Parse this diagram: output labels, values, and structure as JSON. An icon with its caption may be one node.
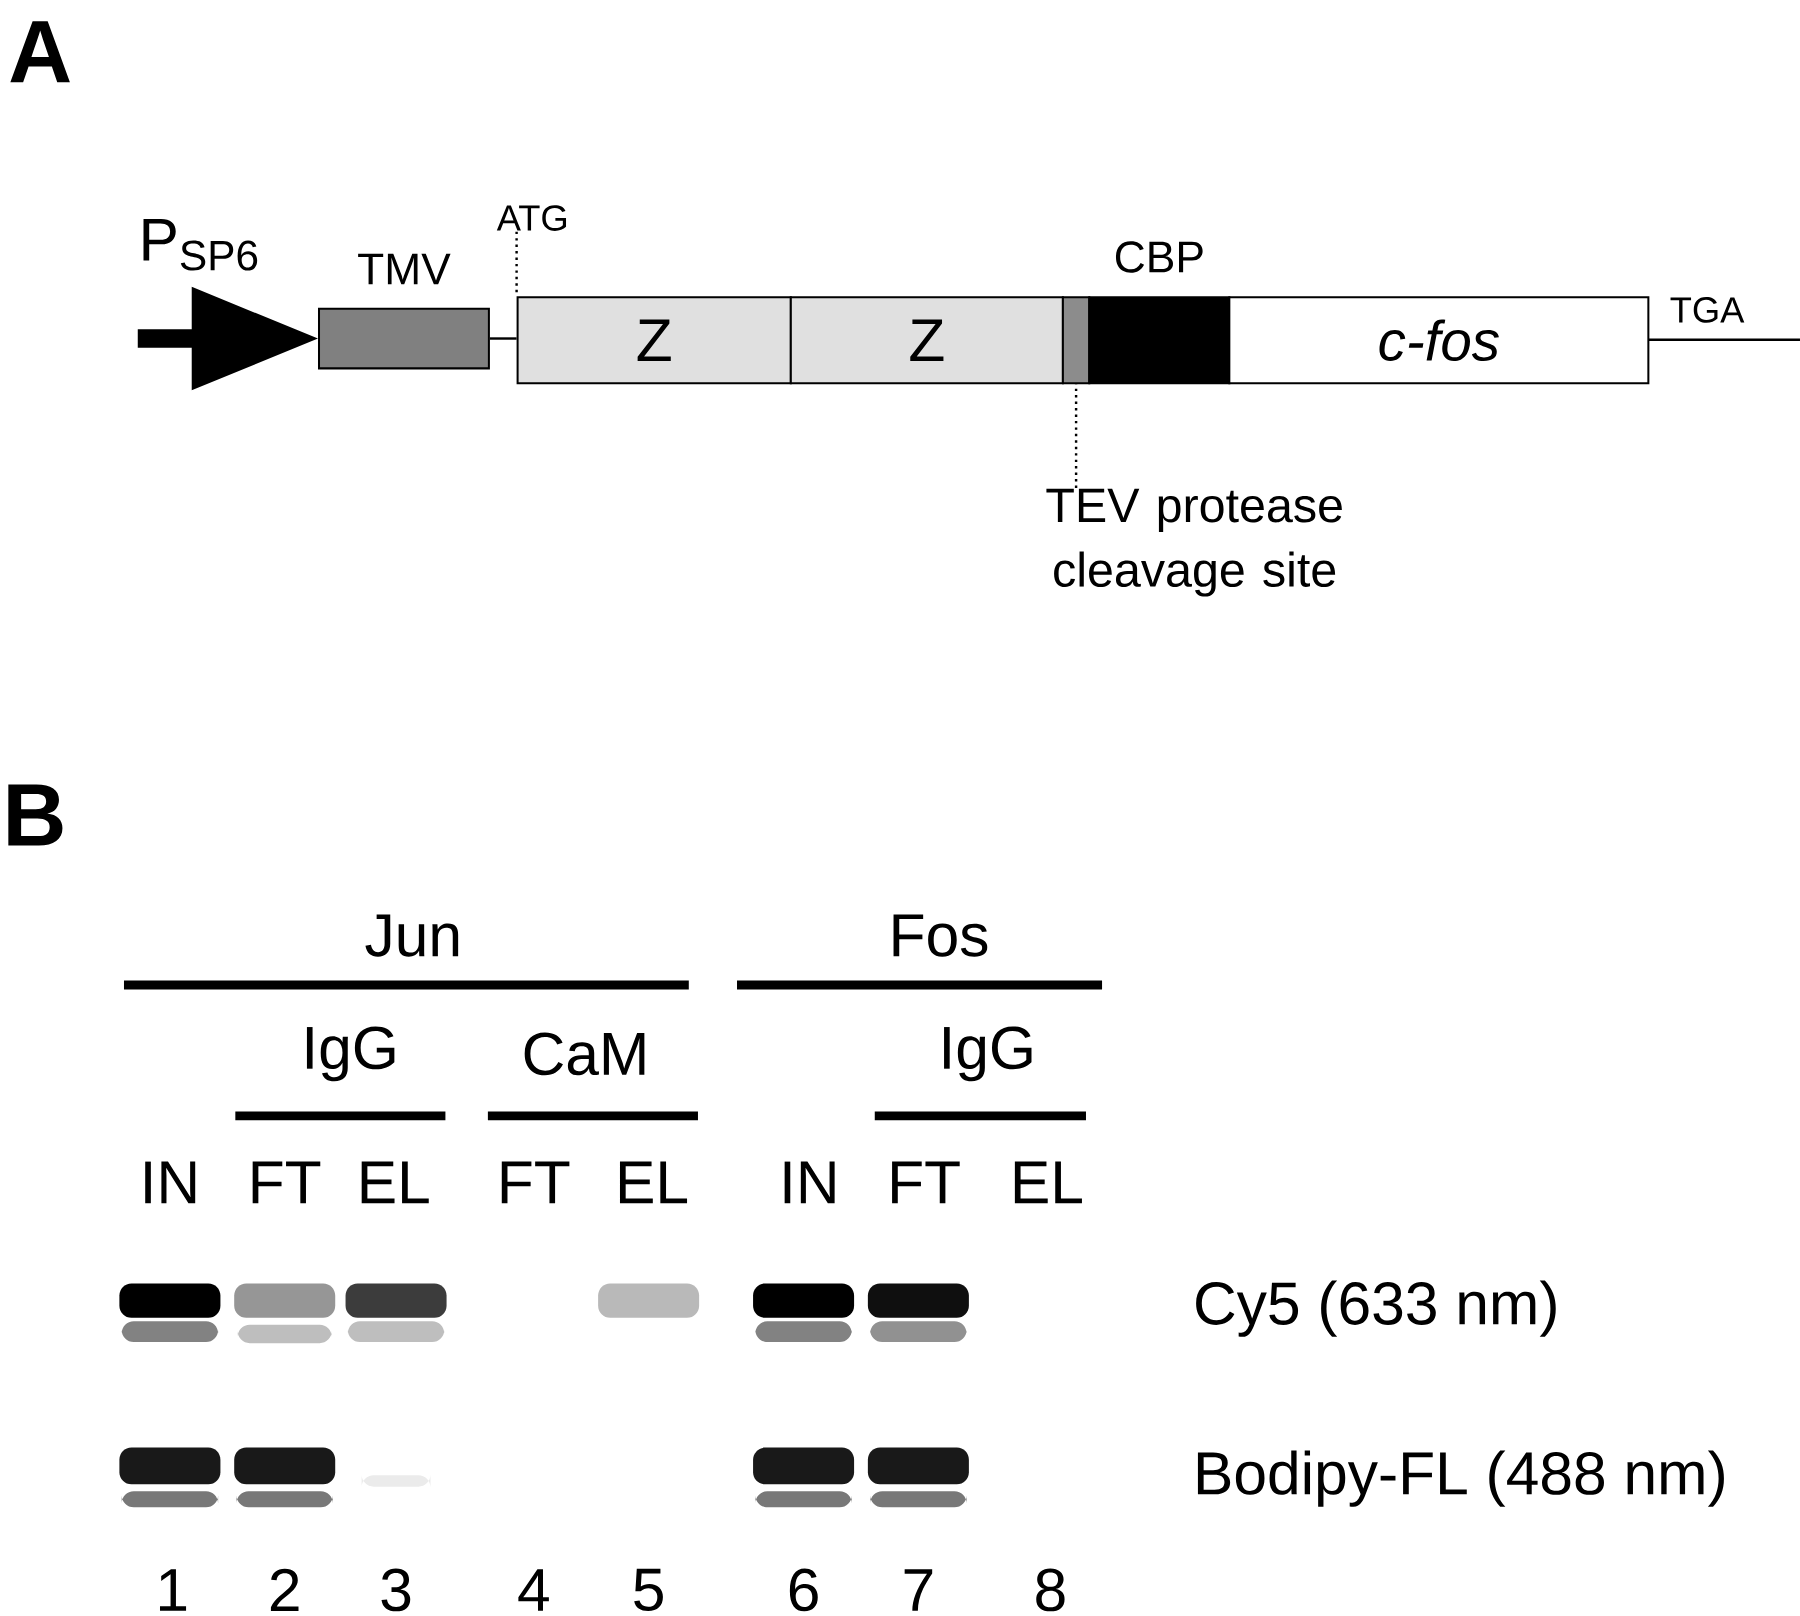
{
  "diagram": {
    "nodes": [
      {
        "text": [
          "P$_{SP6}$"
        ]
      },
      {
        "text": [
          "TMV"
        ]
      },
      {
        "text": [
          "ATG"
        ]
      },
      {
        "text": [
          "Z"
        ]
      },
      {
        "text": [
          "Z"
        ]
      },
      {
        "text": [],
        "shape": "box"
      },
      {
        "text": [
          "CBP"
        ]
      },
      {
        "text": [
          "c-fos"
        ]
      },
      {
        "text": [
          "TEV protease cleavage site"
        ]
      }
    ],
    "edges": [
      {
        "from": 1,
        "to": 3,
        "arrow": "none"
      },
      {
        "from": 2,
        "to": 3,
        "arrow": "none",
        "style": "dashed"
      },
      {
        "from": 8,
        "to": 5,
        "arrow": "none",
        "style": "dashed"
      },
      {
        "from": 0,
        "to": 1,
        "arrow": "to",
        "style": "thick"
      }
    ],
    "labels": [
      "A",
      "TGA",
      "B",
      "Jun",
      "Fos",
      "IgG",
      "CaM",
      "IgG",
      "IN",
      "FT",
      "EL",
      "FT",
      "EL",
      "IN",
      "FT",
      "EL",
      "Cy5 (633 nm)",
      "Bodipy-FL (488 nm)",
      "1",
      "2",
      "3",
      "4",
      "5",
      "6",
      "7",
      "8"
    ]
  }
}
